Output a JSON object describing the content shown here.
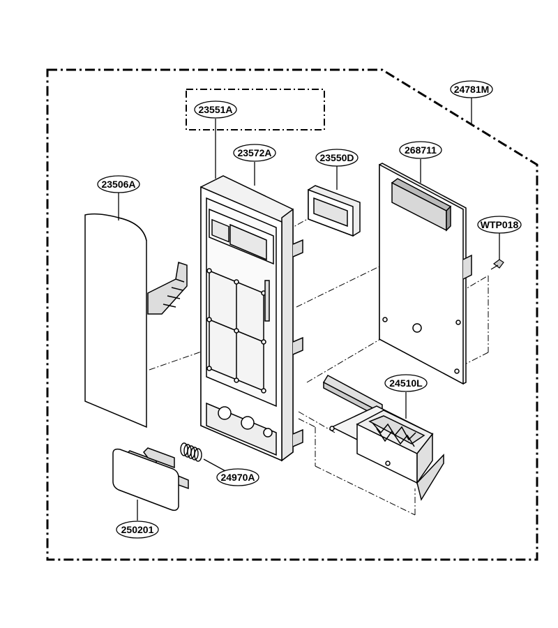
{
  "labels": {
    "assembly": "24781M",
    "frame_box": "23551A",
    "panel": "23572A",
    "window": "23550D",
    "membrane": "23506A",
    "pcb": "268711",
    "screw": "WTP018",
    "latch": "24510L",
    "spring": "24970A",
    "button": "250201"
  }
}
